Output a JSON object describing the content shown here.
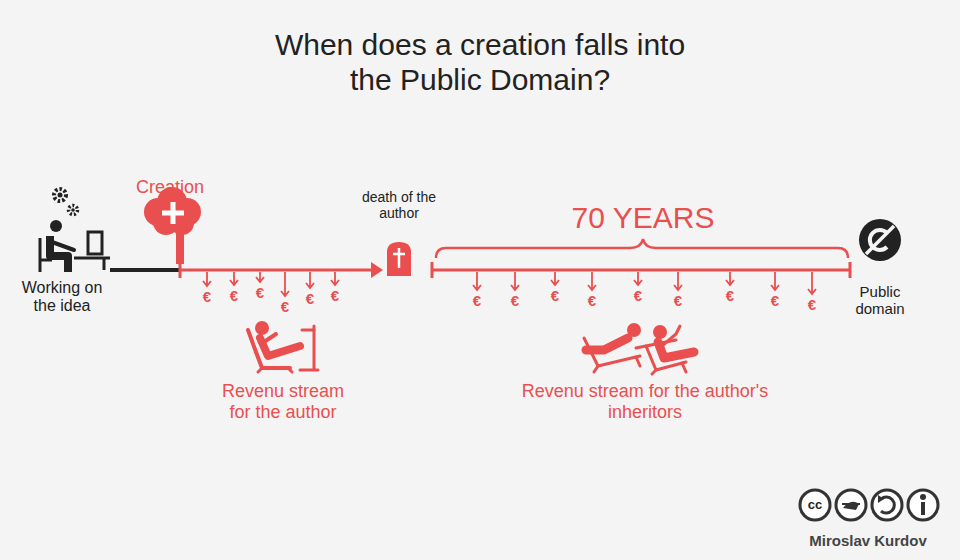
{
  "diagram": {
    "title": "When does a creation falls into the Public Domain?",
    "labels": [
      "Working on the idea",
      "Creation",
      "death of the author",
      "70 YEARS",
      "Public domain",
      "€",
      "€",
      "€",
      "€",
      "€",
      "€",
      "€",
      "€",
      "€",
      "€",
      "€",
      "€",
      "€",
      "€",
      "€",
      "Revenu stream for the author",
      "Revenu stream for the author's inheritors",
      "cc",
      "Miroslav Kurdov"
    ]
  }
}
